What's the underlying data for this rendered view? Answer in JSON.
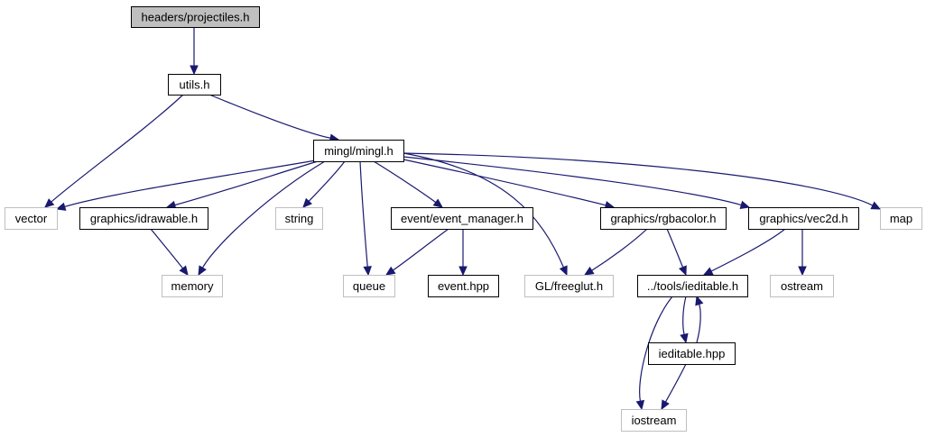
{
  "diagram": {
    "colors": {
      "edge": "#191970",
      "root_fill": "#bfbfbf",
      "node_border": "#000000",
      "external_border": "#bfbfbf",
      "background": "#ffffff"
    },
    "nodes": [
      {
        "id": "projectiles",
        "label": "headers/projectiles.h",
        "kind": "root"
      },
      {
        "id": "utils",
        "label": "utils.h",
        "kind": "documented"
      },
      {
        "id": "mingl",
        "label": "mingl/mingl.h",
        "kind": "documented"
      },
      {
        "id": "vector",
        "label": "vector",
        "kind": "external"
      },
      {
        "id": "idrawable",
        "label": "graphics/idrawable.h",
        "kind": "documented"
      },
      {
        "id": "string",
        "label": "string",
        "kind": "external"
      },
      {
        "id": "event_manager",
        "label": "event/event_manager.h",
        "kind": "documented"
      },
      {
        "id": "rgbacolor",
        "label": "graphics/rgbacolor.h",
        "kind": "documented"
      },
      {
        "id": "vec2d",
        "label": "graphics/vec2d.h",
        "kind": "documented"
      },
      {
        "id": "map",
        "label": "map",
        "kind": "external"
      },
      {
        "id": "memory",
        "label": "memory",
        "kind": "external"
      },
      {
        "id": "queue",
        "label": "queue",
        "kind": "external"
      },
      {
        "id": "event_hpp",
        "label": "event.hpp",
        "kind": "documented"
      },
      {
        "id": "freeglut",
        "label": "GL/freeglut.h",
        "kind": "external"
      },
      {
        "id": "ieditable_h",
        "label": "../tools/ieditable.h",
        "kind": "documented"
      },
      {
        "id": "ostream",
        "label": "ostream",
        "kind": "external"
      },
      {
        "id": "ieditable_hpp",
        "label": "ieditable.hpp",
        "kind": "documented"
      },
      {
        "id": "iostream",
        "label": "iostream",
        "kind": "external"
      }
    ],
    "edges": [
      {
        "from": "projectiles",
        "to": "utils"
      },
      {
        "from": "utils",
        "to": "vector"
      },
      {
        "from": "utils",
        "to": "mingl"
      },
      {
        "from": "mingl",
        "to": "vector"
      },
      {
        "from": "mingl",
        "to": "idrawable"
      },
      {
        "from": "mingl",
        "to": "memory"
      },
      {
        "from": "mingl",
        "to": "string"
      },
      {
        "from": "mingl",
        "to": "queue"
      },
      {
        "from": "mingl",
        "to": "event_manager"
      },
      {
        "from": "mingl",
        "to": "freeglut"
      },
      {
        "from": "mingl",
        "to": "rgbacolor"
      },
      {
        "from": "mingl",
        "to": "vec2d"
      },
      {
        "from": "mingl",
        "to": "map"
      },
      {
        "from": "idrawable",
        "to": "memory"
      },
      {
        "from": "event_manager",
        "to": "queue"
      },
      {
        "from": "event_manager",
        "to": "event_hpp"
      },
      {
        "from": "rgbacolor",
        "to": "freeglut"
      },
      {
        "from": "rgbacolor",
        "to": "ieditable_h"
      },
      {
        "from": "vec2d",
        "to": "ieditable_h"
      },
      {
        "from": "vec2d",
        "to": "ostream"
      },
      {
        "from": "ieditable_h",
        "to": "ieditable_hpp"
      },
      {
        "from": "ieditable_h",
        "to": "iostream"
      },
      {
        "from": "ieditable_hpp",
        "to": "ieditable_h"
      },
      {
        "from": "ieditable_hpp",
        "to": "iostream"
      }
    ]
  }
}
